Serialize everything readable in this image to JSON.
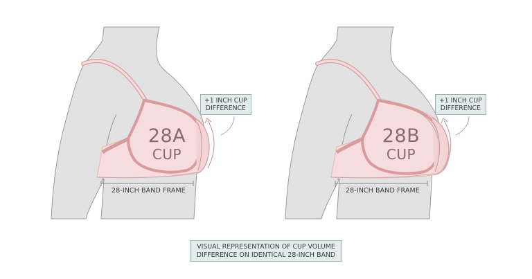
{
  "figures": [
    {
      "cup_size": "28A",
      "cup_word": "CUP",
      "difference_label_line1": "+1 INCH CUP",
      "difference_label_line2": "DIFFERENCE",
      "band_label": "28-INCH BAND FRAME"
    },
    {
      "cup_size": "28B",
      "cup_word": "CUP",
      "difference_label_line1": "+1 INCH CUP",
      "difference_label_line2": "DIFFERENCE",
      "band_label": "28-INCH BAND FRAME"
    }
  ],
  "caption": {
    "line1": "VISUAL REPRESENTATION OF CUP VOLUME",
    "line2": "DIFFERENCE ON IDENTICAL 28-INCH BAND"
  },
  "colors": {
    "body": "#e2e2e2",
    "body_outline": "#9a9a9a",
    "bra_fill": "#f6dcdc",
    "bra_outline": "#d79b9e",
    "label_box": "#e3ecec",
    "text": "#3a3f40",
    "cup_text": "#8a6a6c"
  }
}
